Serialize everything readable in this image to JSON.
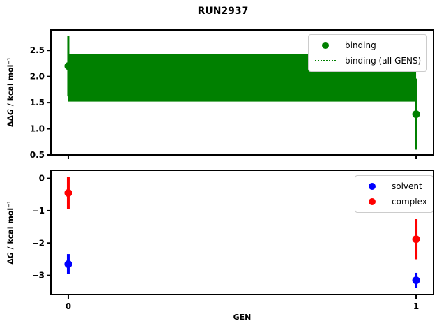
{
  "title": "RUN2937",
  "chart_data": [
    {
      "type": "scatter",
      "panel": "binding",
      "ylabel": {
        "prefix": "ΔΔ",
        "sym": "G",
        "rest": " / kcal mol⁻¹"
      },
      "xlim": [
        -0.05,
        1.05
      ],
      "ylim": [
        0.5,
        2.89
      ],
      "yticks": [
        2.5,
        2.0,
        1.5,
        1.0,
        0.5
      ],
      "ytick_labels": [
        "2.5",
        "2.0",
        "1.5",
        "1.0",
        "0.5"
      ],
      "xticks": [
        0,
        1
      ],
      "xtick_labels": [
        "0",
        "1"
      ],
      "show_xtick_labels": false,
      "grid": false,
      "series": [
        {
          "name": "binding",
          "color": "#008000",
          "x": [
            0,
            1
          ],
          "y": [
            2.2,
            1.28
          ],
          "yerr": [
            0.58,
            0.68
          ]
        }
      ],
      "band": {
        "name": "binding (all GENS)",
        "color": "#008000",
        "x": [
          0,
          1
        ],
        "y_low": 1.52,
        "y_high": 2.43,
        "line_style": "dotted"
      },
      "legend": [
        {
          "label": "binding",
          "marker": "circle",
          "color": "#008000"
        },
        {
          "label": "binding (all GENS)",
          "marker": "dotted-line",
          "color": "#008000"
        }
      ],
      "legend_position": "upper right"
    },
    {
      "type": "scatter",
      "panel": "free-energy",
      "xlabel": "GEN",
      "ylabel": {
        "prefix": "Δ",
        "sym": "G",
        "rest": " / kcal mol⁻¹"
      },
      "xlim": [
        -0.05,
        1.05
      ],
      "ylim": [
        -3.59,
        0.25
      ],
      "yticks": [
        0,
        -1,
        -2,
        -3
      ],
      "ytick_labels": [
        "0",
        "−1",
        "−2",
        "−3"
      ],
      "xticks": [
        0,
        1
      ],
      "xtick_labels": [
        "0",
        "1"
      ],
      "show_xtick_labels": true,
      "grid": false,
      "series": [
        {
          "name": "solvent",
          "color": "#0000ff",
          "x": [
            0,
            1
          ],
          "y": [
            -2.65,
            -3.15
          ],
          "yerr": [
            0.31,
            0.23
          ]
        },
        {
          "name": "complex",
          "color": "#ff0000",
          "x": [
            0,
            1
          ],
          "y": [
            -0.45,
            -1.88
          ],
          "yerr": [
            0.49,
            0.62
          ]
        }
      ],
      "legend": [
        {
          "label": "solvent",
          "marker": "circle",
          "color": "#0000ff"
        },
        {
          "label": "complex",
          "marker": "circle",
          "color": "#ff0000"
        }
      ],
      "legend_position": "upper right"
    }
  ]
}
